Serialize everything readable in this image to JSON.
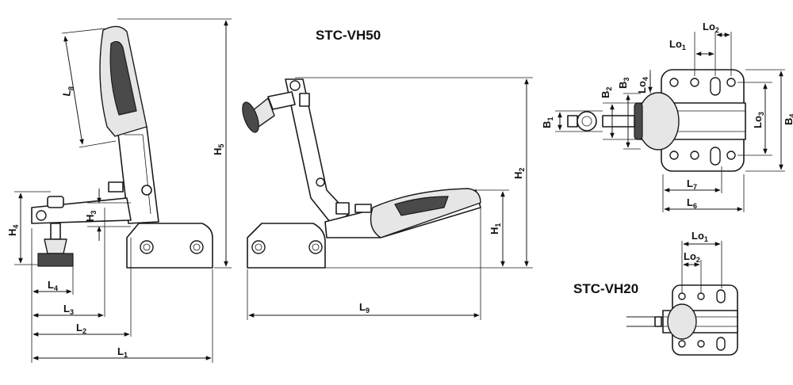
{
  "titles": {
    "main_model": "STC-VH50",
    "secondary_model": "STC-VH20"
  },
  "dimensions": {
    "L1": {
      "letter": "L",
      "sub": "1"
    },
    "L2": {
      "letter": "L",
      "sub": "2"
    },
    "L3": {
      "letter": "L",
      "sub": "3"
    },
    "L4": {
      "letter": "L",
      "sub": "4"
    },
    "L6": {
      "letter": "L",
      "sub": "6"
    },
    "L7": {
      "letter": "L",
      "sub": "7"
    },
    "L8": {
      "letter": "L",
      "sub": "8"
    },
    "L9": {
      "letter": "L",
      "sub": "9"
    },
    "H1": {
      "letter": "H",
      "sub": "1"
    },
    "H2": {
      "letter": "H",
      "sub": "2"
    },
    "H3": {
      "letter": "H",
      "sub": "3"
    },
    "H4": {
      "letter": "H",
      "sub": "4"
    },
    "H5": {
      "letter": "H",
      "sub": "5"
    },
    "B1": {
      "letter": "B",
      "sub": "1"
    },
    "B2": {
      "letter": "B",
      "sub": "2"
    },
    "B3": {
      "letter": "B",
      "sub": "3"
    },
    "B4": {
      "letter": "B",
      "sub": "4"
    },
    "Lo1": {
      "letter": "Lo",
      "sub": "1"
    },
    "Lo2": {
      "letter": "Lo",
      "sub": "2"
    },
    "Lo3": {
      "letter": "Lo",
      "sub": "3"
    },
    "Lo4": {
      "letter": "Lo",
      "sub": "4"
    },
    "VH20_Lo1": {
      "letter": "Lo",
      "sub": "1"
    },
    "VH20_Lo2": {
      "letter": "Lo",
      "sub": "2"
    }
  }
}
